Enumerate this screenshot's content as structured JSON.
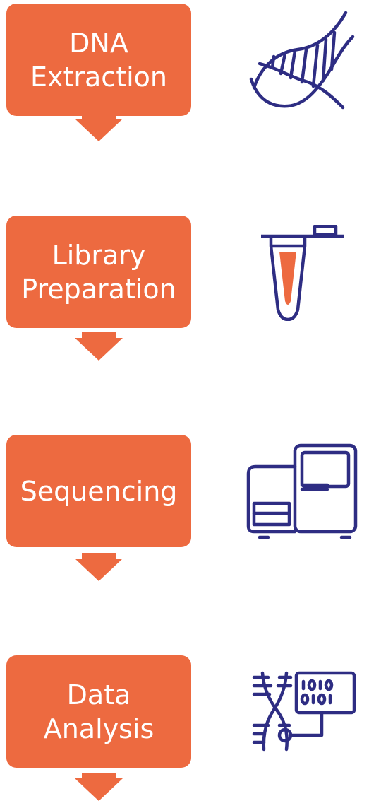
{
  "colors": {
    "box_fill": "#ed6a40",
    "label_text": "#ffffff",
    "icon_stroke": "#2e2d83",
    "tube_liquid": "#ed6a40",
    "background": "#ffffff"
  },
  "steps": [
    {
      "label": "DNA\nExtraction",
      "icon": "dna-helix-icon"
    },
    {
      "label": "Library\nPreparation",
      "icon": "test-tube-icon"
    },
    {
      "label": "Sequencing",
      "icon": "sequencer-machine-icon"
    },
    {
      "label": "Data\nAnalysis",
      "icon": "dna-binary-data-icon"
    }
  ]
}
